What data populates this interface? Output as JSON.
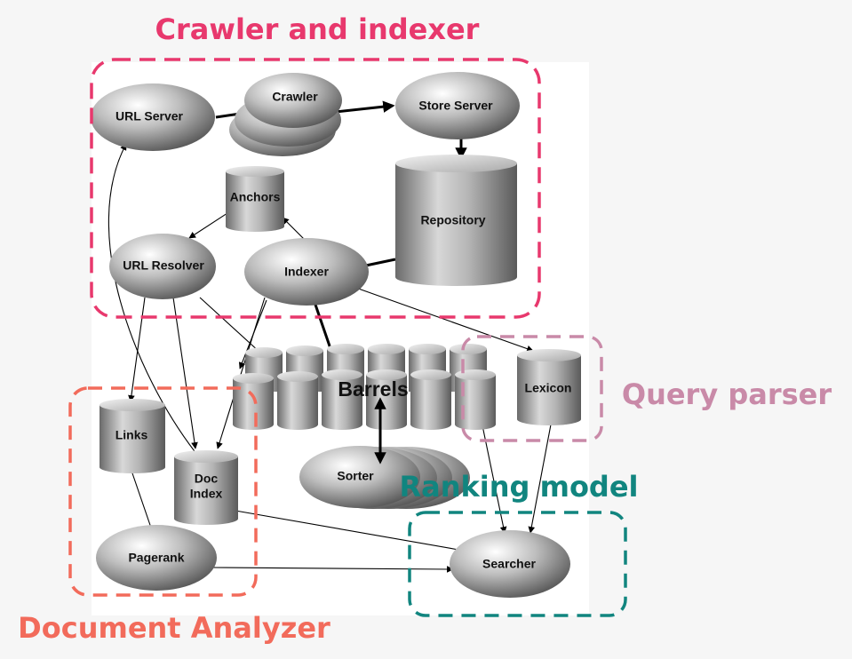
{
  "groups": {
    "crawler": {
      "label": "Crawler and indexer",
      "color": "#e8386d"
    },
    "query": {
      "label": "Query parser",
      "color": "#c98aa8"
    },
    "ranking": {
      "label": "Ranking model",
      "color": "#11857f"
    },
    "document": {
      "label": "Document Analyzer",
      "color": "#f26b5b"
    }
  },
  "nodes": {
    "url_server": "URL Server",
    "crawler": "Crawler",
    "store_server": "Store Server",
    "anchors": "Anchors",
    "repository": "Repository",
    "url_resolver": "URL Resolver",
    "indexer": "Indexer",
    "barrels": "Barrels",
    "lexicon": "Lexicon",
    "links": "Links",
    "doc_index_line1": "Doc",
    "doc_index_line2": "Index",
    "sorter": "Sorter",
    "pagerank": "Pagerank",
    "searcher": "Searcher"
  }
}
